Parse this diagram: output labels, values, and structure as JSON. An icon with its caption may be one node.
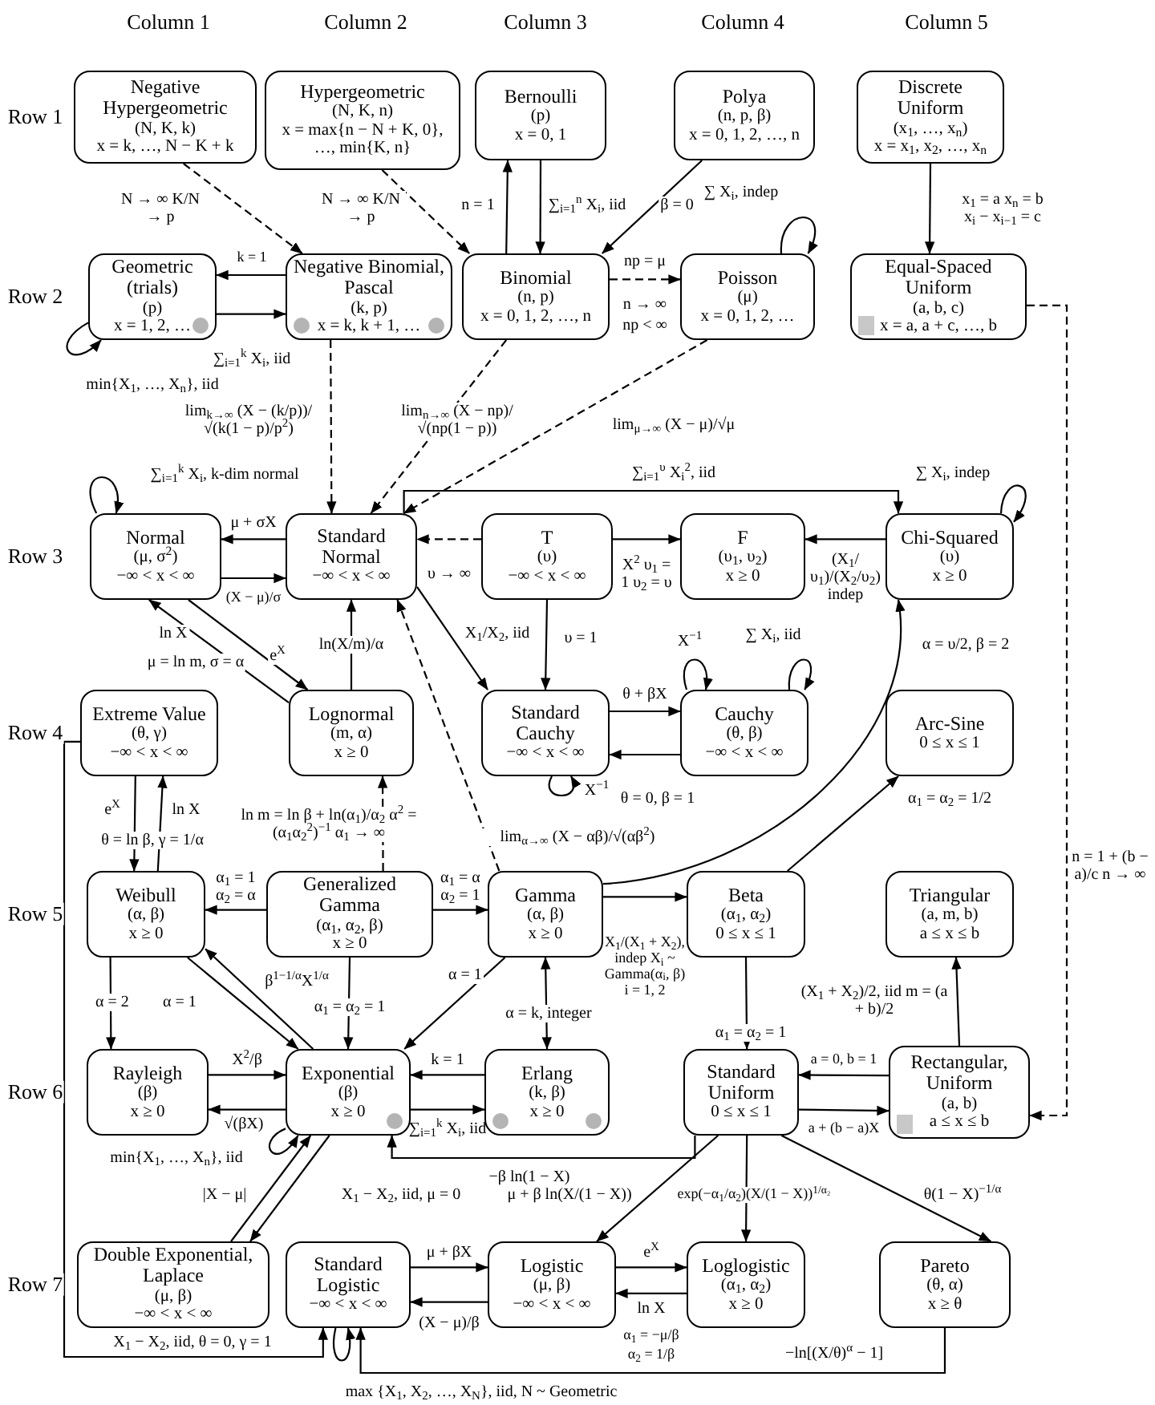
{
  "diagram": {
    "nodes": [
      {
        "text": [
          "Negative Hypergeometric",
          "(N, K, k)",
          "x = k, …, N − K + k"
        ]
      },
      {
        "text": [
          "Hypergeometric",
          "(N, K, n)",
          "x = max{n − N + K, 0}, …, min{K, n}"
        ]
      },
      {
        "text": [
          "Bernoulli",
          "(p)",
          "x = 0, 1"
        ]
      },
      {
        "text": [
          "Polya",
          "(n, p, β)",
          "x = 0, 1, 2, …, n"
        ]
      },
      {
        "text": [
          "Discrete Uniform",
          "(x$_{1}$, …, x$_{n}$)",
          "x = x$_{1}$, x$_{2}$, …, x$_{n}$"
        ]
      },
      {
        "text": [
          "Geometric (trials)",
          "(p)",
          "x = 1, 2, …"
        ]
      },
      {
        "text": [
          "Negative Binomial, Pascal",
          "(k, p)",
          "x = k, k + 1, …"
        ]
      },
      {
        "text": [
          "Binomial",
          "(n, p)",
          "x = 0, 1, 2, …, n"
        ]
      },
      {
        "text": [
          "Poisson",
          "(μ)",
          "x = 0, 1, 2, …"
        ]
      },
      {
        "text": [
          "Equal-Spaced Uniform",
          "(a, b, c)",
          "x = a, a + c, …, b"
        ]
      },
      {
        "text": [
          "Normal",
          "(μ, σ$^{2}$)",
          "−∞ < x < ∞"
        ]
      },
      {
        "text": [
          "Standard Normal",
          "−∞ < x < ∞"
        ]
      },
      {
        "text": [
          "T",
          "(υ)",
          "−∞ < x < ∞"
        ]
      },
      {
        "text": [
          "F",
          "(υ$_{1}$, υ$_{2}$)",
          "x ≥ 0"
        ]
      },
      {
        "text": [
          "Chi-Squared",
          "(υ)",
          "x ≥ 0"
        ]
      },
      {
        "text": [
          "Extreme Value",
          "(θ, γ)",
          "−∞ < x < ∞"
        ]
      },
      {
        "text": [
          "Lognormal",
          "(m, α)",
          "x ≥ 0"
        ]
      },
      {
        "text": [
          "Standard Cauchy",
          "−∞ < x < ∞"
        ]
      },
      {
        "text": [
          "Cauchy",
          "(θ, β)",
          "−∞ < x < ∞"
        ]
      },
      {
        "text": [
          "Arc-Sine",
          "0 ≤ x ≤ 1"
        ]
      },
      {
        "text": [
          "Weibull",
          "(α, β)",
          "x ≥ 0"
        ]
      },
      {
        "text": [
          "Generalized Gamma",
          "(α$_{1}$, α$_{2}$, β)",
          "x ≥ 0"
        ]
      },
      {
        "text": [
          "Gamma",
          "(α, β)",
          "x ≥ 0"
        ]
      },
      {
        "text": [
          "Beta",
          "(α$_{1}$, α$_{2}$)",
          "0 ≤ x ≤ 1"
        ]
      },
      {
        "text": [
          "Triangular",
          "(a, m, b)",
          "a ≤ x ≤ b"
        ]
      },
      {
        "text": [
          "Rayleigh",
          "(β)",
          "x ≥ 0"
        ]
      },
      {
        "text": [
          "Exponential",
          "(β)",
          "x ≥ 0"
        ]
      },
      {
        "text": [
          "Erlang",
          "(k, β)",
          "x ≥ 0"
        ]
      },
      {
        "text": [
          "Standard Uniform",
          "0 ≤ x ≤ 1"
        ]
      },
      {
        "text": [
          "Rectangular, Uniform",
          "(a, b)",
          "a ≤ x ≤ b"
        ]
      },
      {
        "text": [
          "Double Exponential, Laplace",
          "(μ, β)",
          "−∞ < x < ∞"
        ]
      },
      {
        "text": [
          "Standard Logistic",
          "−∞ < x < ∞"
        ]
      },
      {
        "text": [
          "Logistic",
          "(μ, β)",
          "−∞ < x < ∞"
        ]
      },
      {
        "text": [
          "Loglogistic",
          "(α$_{1}$, α$_{2}$)",
          "x ≥ 0"
        ]
      },
      {
        "text": [
          "Pareto",
          "(θ, α)",
          "x ≥ θ"
        ]
      }
    ],
    "edges": [
      {
        "from": 0,
        "to": 6,
        "arrow": "to",
        "style": "dashed",
        "label": "N → ∞ K/N → p"
      },
      {
        "from": 1,
        "to": 7,
        "arrow": "to",
        "style": "dashed",
        "label": "N → ∞ K/N → p"
      },
      {
        "from": 7,
        "to": 2,
        "arrow": "to",
        "label": "n = 1"
      },
      {
        "from": 2,
        "to": 7,
        "arrow": "to",
        "label": "∑$_{i=1}$$^{n}$ X$_{i}$, iid"
      },
      {
        "from": 3,
        "to": 7,
        "arrow": "to",
        "label": "β = 0"
      },
      {
        "from": 8,
        "to": 8,
        "arrow": "to",
        "label": "∑ X$_{i}$, indep"
      },
      {
        "from": 4,
        "to": 9,
        "arrow": "to",
        "label": "x$_{1}$ = a x$_{n}$ = b x$_{i}$ − x$_{i−1}$ = c"
      },
      {
        "from": 6,
        "to": 5,
        "arrow": "to",
        "label": "k = 1"
      },
      {
        "from": 5,
        "to": 6,
        "arrow": "to",
        "label": "∑$_{i=1}$$^{k}$ X$_{i}$, iid"
      },
      {
        "from": 5,
        "to": 5,
        "arrow": "to",
        "label": "min{X$_{1}$, …, X$_{n}$}, iid"
      },
      {
        "from": 7,
        "to": 8,
        "arrow": "to",
        "style": "dashed",
        "label": "np = μ"
      },
      {
        "from": 9,
        "to": 29,
        "arrow": "to",
        "style": "dashed",
        "label": "n = 1 + (b − a)/c n → ∞"
      },
      {
        "from": 6,
        "to": 11,
        "arrow": "to",
        "style": "dashed",
        "label": "lim$_{k→∞}$ (X − (k/p))/√(k(1 − p)/p$^{2}$)"
      },
      {
        "from": 7,
        "to": 11,
        "arrow": "to",
        "style": "dashed",
        "label": "lim$_{n→∞}$ (X − np)/√(np(1 − p))"
      },
      {
        "from": 8,
        "to": 11,
        "arrow": "to",
        "style": "dashed",
        "label": "lim$_{μ→∞}$ (X − μ)/√μ"
      },
      {
        "from": 10,
        "to": 10,
        "arrow": "to",
        "label": "∑$_{i=1}$$^{k}$ X$_{i}$, k-dim normal"
      },
      {
        "from": 11,
        "to": 10,
        "arrow": "to",
        "label": "μ + σX"
      },
      {
        "from": 10,
        "to": 11,
        "arrow": "to",
        "label": "(X − μ)/σ"
      },
      {
        "from": 12,
        "to": 11,
        "arrow": "to",
        "style": "dashed",
        "label": "υ → ∞"
      },
      {
        "from": 12,
        "to": 13,
        "arrow": "to",
        "label": "X$^{2}$ υ$_{1}$ = 1 υ$_{2}$ = υ"
      },
      {
        "from": 14,
        "to": 13,
        "arrow": "to",
        "label": "(X$_{1}$/υ$_{1}$)/(X$_{2}$/υ$_{2}$) indep"
      },
      {
        "from": 11,
        "to": 14,
        "arrow": "to",
        "label": "∑$_{i=1}$$^{υ}$ X$_{i}$$^{2}$, iid"
      },
      {
        "from": 14,
        "to": 14,
        "arrow": "to",
        "label": "∑ X$_{i}$, indep"
      },
      {
        "from": 16,
        "to": 10,
        "arrow": "to",
        "label": "ln X"
      },
      {
        "from": 10,
        "to": 16,
        "arrow": "to",
        "label": "e$^{X}$"
      },
      {
        "from": 16,
        "to": 11,
        "arrow": "to",
        "label": "ln(X/m)/α"
      },
      {
        "from": 11,
        "to": 17,
        "arrow": "to",
        "label": "X$_{1}$/X$_{2}$, iid"
      },
      {
        "from": 12,
        "to": 17,
        "arrow": "to",
        "label": "υ = 1"
      },
      {
        "from": 17,
        "to": 18,
        "arrow": "to",
        "label": "θ + βX"
      },
      {
        "from": 18,
        "to": 17,
        "arrow": "to",
        "label": "θ = 0, β = 1"
      },
      {
        "from": 17,
        "to": 17,
        "arrow": "to",
        "label": "X$^{−1}$"
      },
      {
        "from": 18,
        "to": 18,
        "arrow": "to",
        "label": "X$^{−1}$"
      },
      {
        "from": 18,
        "to": 18,
        "arrow": "to",
        "label": "∑ X$_{i}$, iid"
      },
      {
        "from": 22,
        "to": 14,
        "arrow": "to",
        "label": "α = υ/2, β = 2"
      },
      {
        "from": 23,
        "to": 19,
        "arrow": "to",
        "label": "α$_{1}$ = α$_{2}$ = 1/2"
      },
      {
        "from": 15,
        "to": 20,
        "arrow": "to",
        "label": "e$^{X}$"
      },
      {
        "from": 20,
        "to": 15,
        "arrow": "to",
        "label": "ln X"
      },
      {
        "from": 21,
        "to": 16,
        "arrow": "to",
        "style": "dashed",
        "label": "ln m = ln β + ln(α$_{1}$)/α$_{2}$ α$^{2}$ = (α$_{1}$α$_{2}$$^{2}$)$^{−1}$ α$_{1}$ → ∞"
      },
      {
        "from": 22,
        "to": 11,
        "arrow": "to",
        "style": "dashed",
        "label": "lim$_{α→∞}$ (X − αβ)/√(αβ$^{2}$)"
      },
      {
        "from": 21,
        "to": 20,
        "arrow": "to",
        "label": "α$_{1}$ = 1 α$_{2}$ = α"
      },
      {
        "from": 21,
        "to": 22,
        "arrow": "to",
        "label": "α$_{1}$ = α α$_{2}$ = 1"
      },
      {
        "from": 22,
        "to": 23,
        "arrow": "to",
        "label": "X$_{1}$/(X$_{1}$ + X$_{2}$), indep X$_{i}$ ~ Gamma(α$_{i}$, β) i = 1, 2"
      },
      {
        "from": 20,
        "to": 25,
        "arrow": "to",
        "label": "α = 2"
      },
      {
        "from": 20,
        "to": 26,
        "arrow": "to",
        "label": "α = 1"
      },
      {
        "from": 26,
        "to": 20,
        "arrow": "to",
        "label": "β$^{1−1/α}$X$^{1/α}$"
      },
      {
        "from": 21,
        "to": 26,
        "arrow": "to",
        "label": "α$_{1}$ = α$_{2}$ = 1"
      },
      {
        "from": 22,
        "to": 26,
        "arrow": "to",
        "label": "α = 1"
      },
      {
        "from": 27,
        "to": 22,
        "arrow": "both",
        "label": "α = k, integer"
      },
      {
        "from": 23,
        "to": 28,
        "arrow": "to",
        "label": "α$_{1}$ = α$_{2}$ = 1"
      },
      {
        "from": 29,
        "to": 24,
        "arrow": "to",
        "label": "(X$_{1}$ + X$_{2}$)/2, iid m = (a + b)/2"
      },
      {
        "from": 25,
        "to": 26,
        "arrow": "to",
        "label": "X$^{2}$/β"
      },
      {
        "from": 26,
        "to": 25,
        "arrow": "to",
        "label": "√(βX)"
      },
      {
        "from": 27,
        "to": 26,
        "arrow": "to",
        "label": "k = 1"
      },
      {
        "from": 26,
        "to": 27,
        "arrow": "to",
        "label": "∑$_{i=1}$$^{k}$ X$_{i}$, iid"
      },
      {
        "from": 26,
        "to": 26,
        "arrow": "to",
        "label": "min{X$_{1}$, …, X$_{n}$}, iid"
      },
      {
        "from": 28,
        "to": 26,
        "arrow": "to",
        "label": "−β ln(1 − X)"
      },
      {
        "from": 29,
        "to": 28,
        "arrow": "to",
        "label": "a = 0, b = 1"
      },
      {
        "from": 28,
        "to": 29,
        "arrow": "to",
        "label": "a + (b − a)X"
      },
      {
        "from": 30,
        "to": 26,
        "arrow": "to",
        "label": "|X − μ|"
      },
      {
        "from": 26,
        "to": 30,
        "arrow": "to",
        "label": "X$_{1}$ − X$_{2}$, iid, μ = 0"
      },
      {
        "from": 28,
        "to": 32,
        "arrow": "to",
        "label": "μ + β ln(X/(1 − X))"
      },
      {
        "from": 28,
        "to": 33,
        "arrow": "to",
        "label": "exp(−α$_{1}$/α$_{2}$)(X/(1 − X))$^{1/α₂}$"
      },
      {
        "from": 28,
        "to": 34,
        "arrow": "to",
        "label": "θ(1 − X)$^{−1/α}$"
      },
      {
        "from": 31,
        "to": 32,
        "arrow": "to",
        "label": "μ + βX"
      },
      {
        "from": 32,
        "to": 31,
        "arrow": "to",
        "label": "(X − μ)/β"
      },
      {
        "from": 32,
        "to": 33,
        "arrow": "to",
        "label": "e$^{X}$"
      },
      {
        "from": 33,
        "to": 32,
        "arrow": "to",
        "label": "ln X"
      },
      {
        "from": 15,
        "to": 31,
        "arrow": "to",
        "label": "X$_{1}$ − X$_{2}$, iid, θ = 0, γ = 1"
      },
      {
        "from": 31,
        "to": 31,
        "arrow": "to",
        "label": "max {X$_{1}$, X$_{2}$, …, X$_{N}$}, iid, N ~ Geometric"
      },
      {
        "from": 34,
        "to": 31,
        "arrow": "to",
        "label": "−ln[(X/θ)$^{α}$ − 1]"
      }
    ],
    "labels": [
      "Column 1",
      "Column 2",
      "Column 3",
      "Column 4",
      "Column 5",
      "Row 1",
      "Row 2",
      "Row 3",
      "Row 4",
      "Row 5",
      "Row 6",
      "Row 7",
      "n → ∞",
      "np < ∞",
      "μ = ln m, σ = α",
      "θ = ln β, γ = 1/α",
      "α$_{1}$ = −μ/β",
      "α$_{2}$ = 1/β"
    ]
  }
}
